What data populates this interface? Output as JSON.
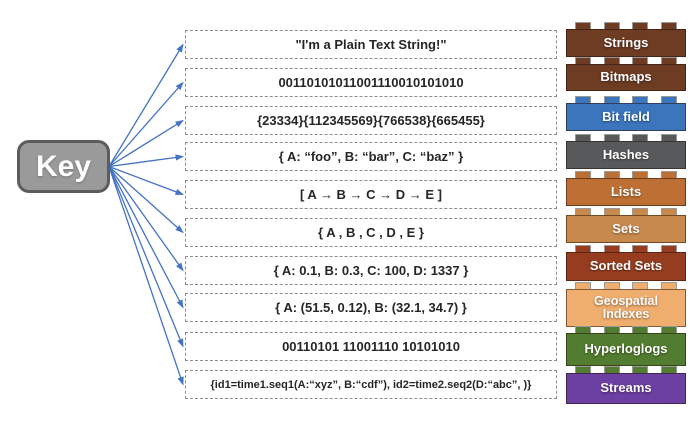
{
  "key": {
    "label": "Key"
  },
  "arrow_color": "#4472C4",
  "boxes": [
    {
      "value": "\"I'm a Plain Text String!\""
    },
    {
      "value": "00110101011001110010101010"
    },
    {
      "value": "{23334}{112345569}{766538}{665455}"
    },
    {
      "value": "{ A: “foo”, B: “bar”, C: “baz” }"
    },
    {
      "value": "[ A → B → C → D → E ]"
    },
    {
      "value": "{ A , B , C , D , E }"
    },
    {
      "value": "{ A: 0.1, B: 0.3, C: 100, D: 1337 }"
    },
    {
      "value": "{ A: (51.5, 0.12), B: (32.1, 34.7) }"
    },
    {
      "value": "00110101 11001110 10101010"
    },
    {
      "value": "{id1=time1.seq1(A:“xyz”, B:“cdf”), id2=time2.seq2(D:“abc”, )}"
    }
  ],
  "types": [
    {
      "label": "Strings",
      "color": "#6E3B23"
    },
    {
      "label": "Bitmaps",
      "color": "#6E3B23"
    },
    {
      "label": "Bit field",
      "color": "#3B75BC"
    },
    {
      "label": "Hashes",
      "color": "#58595B"
    },
    {
      "label": "Lists",
      "color": "#BE7034"
    },
    {
      "label": "Sets",
      "color": "#C8894C"
    },
    {
      "label": "Sorted Sets",
      "color": "#963D20"
    },
    {
      "label": "Geospatial Indexes",
      "color": "#EFAD6E"
    },
    {
      "label": "Hyperloglogs",
      "color": "#527C2F"
    },
    {
      "label": "Streams",
      "color": "#6C3FA3",
      "stud_color": "#527C2F"
    }
  ]
}
